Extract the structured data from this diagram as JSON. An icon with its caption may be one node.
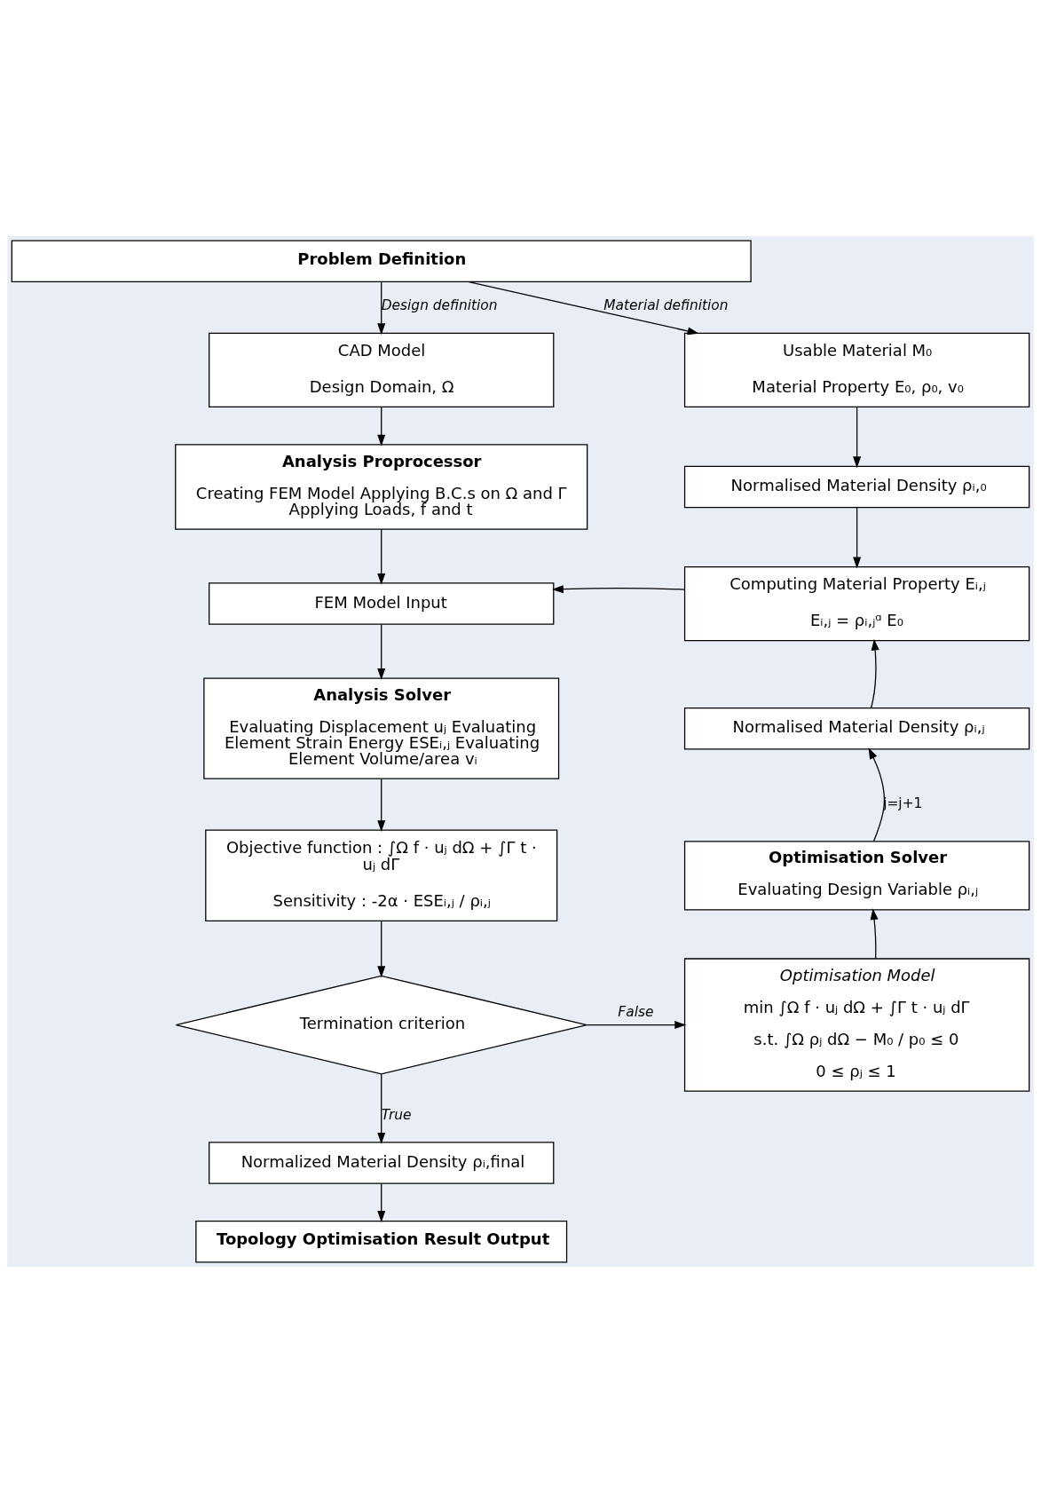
{
  "diagram": {
    "nodes": [
      {
        "text": [
          "Problem Definition"
        ]
      },
      {
        "text": [
          "CAD Model",
          "Design Domain, Ω"
        ]
      },
      {
        "text": [
          "Usable Material M₀",
          "Material Property E₀, ρ₀, v₀"
        ]
      },
      {
        "text": [
          "Analysis Proprocessor",
          "Creating FEM Model Applying B.C.s on Ω and Γ Applying Loads, f and t"
        ]
      },
      {
        "text": [
          "Normalised Material Density ρᵢ,₀"
        ]
      },
      {
        "text": [
          "FEM Model Input"
        ]
      },
      {
        "text": [
          "Computing Material Property Eᵢ,ⱼ",
          "Eᵢ,ⱼ = ρᵢ,ⱼᵅ E₀"
        ]
      },
      {
        "text": [
          "Analysis Solver",
          "Evaluating Displacement uⱼ Evaluating Element Strain Energy ESEᵢ,ⱼ Evaluating Element Volume/area vᵢ"
        ]
      },
      {
        "text": [
          "Normalised Material Density ρᵢ,ⱼ"
        ]
      },
      {
        "text": [
          "Objective function : ∫Ω f · uⱼ dΩ + ∫Γ t · uⱼ dΓ",
          "Sensitivity : -2α · ESEᵢ,ⱼ / ρᵢ,ⱼ"
        ]
      },
      {
        "text": [
          "Optimisation Solver",
          "Evaluating Design Variable ρᵢ,ⱼ"
        ]
      },
      {
        "text": [
          "Termination criterion"
        ]
      },
      {
        "text": [
          "Optimisation Model",
          "min ∫Ω f · uⱼ dΩ + ∫Γ t · uⱼ dΓ",
          "s.t. ∫Ω ρⱼ dΩ − M₀ / p₀ ≤ 0",
          "0 ≤ ρⱼ ≤ 1"
        ]
      },
      {
        "text": [
          "Normalized Material Density ρᵢ,final"
        ]
      },
      {
        "text": [
          "Topology Optimisation Result Output"
        ]
      }
    ],
    "edges": [
      {
        "from": 0,
        "to": 1,
        "arrow": "to",
        "label": "Design definition"
      },
      {
        "from": 0,
        "to": 2,
        "arrow": "to",
        "label": "Material definition"
      },
      {
        "from": 1,
        "to": 3,
        "arrow": "to"
      },
      {
        "from": 3,
        "to": 5,
        "arrow": "to"
      },
      {
        "from": 5,
        "to": 7,
        "arrow": "to"
      },
      {
        "from": 7,
        "to": 9,
        "arrow": "to"
      },
      {
        "from": 9,
        "to": 11,
        "arrow": "to"
      },
      {
        "from": 11,
        "to": 13,
        "arrow": "to",
        "label": "True"
      },
      {
        "from": 13,
        "to": 14,
        "arrow": "to"
      },
      {
        "from": 11,
        "to": 12,
        "arrow": "to",
        "label": "False"
      },
      {
        "from": 12,
        "to": 10,
        "arrow": "to"
      },
      {
        "from": 10,
        "to": 8,
        "arrow": "to",
        "label": "j=j+1"
      },
      {
        "from": 8,
        "to": 6,
        "arrow": "to"
      },
      {
        "from": 6,
        "to": 5,
        "arrow": "to"
      },
      {
        "from": 2,
        "to": 4,
        "arrow": "to"
      },
      {
        "from": 4,
        "to": 6,
        "arrow": "to"
      }
    ]
  }
}
